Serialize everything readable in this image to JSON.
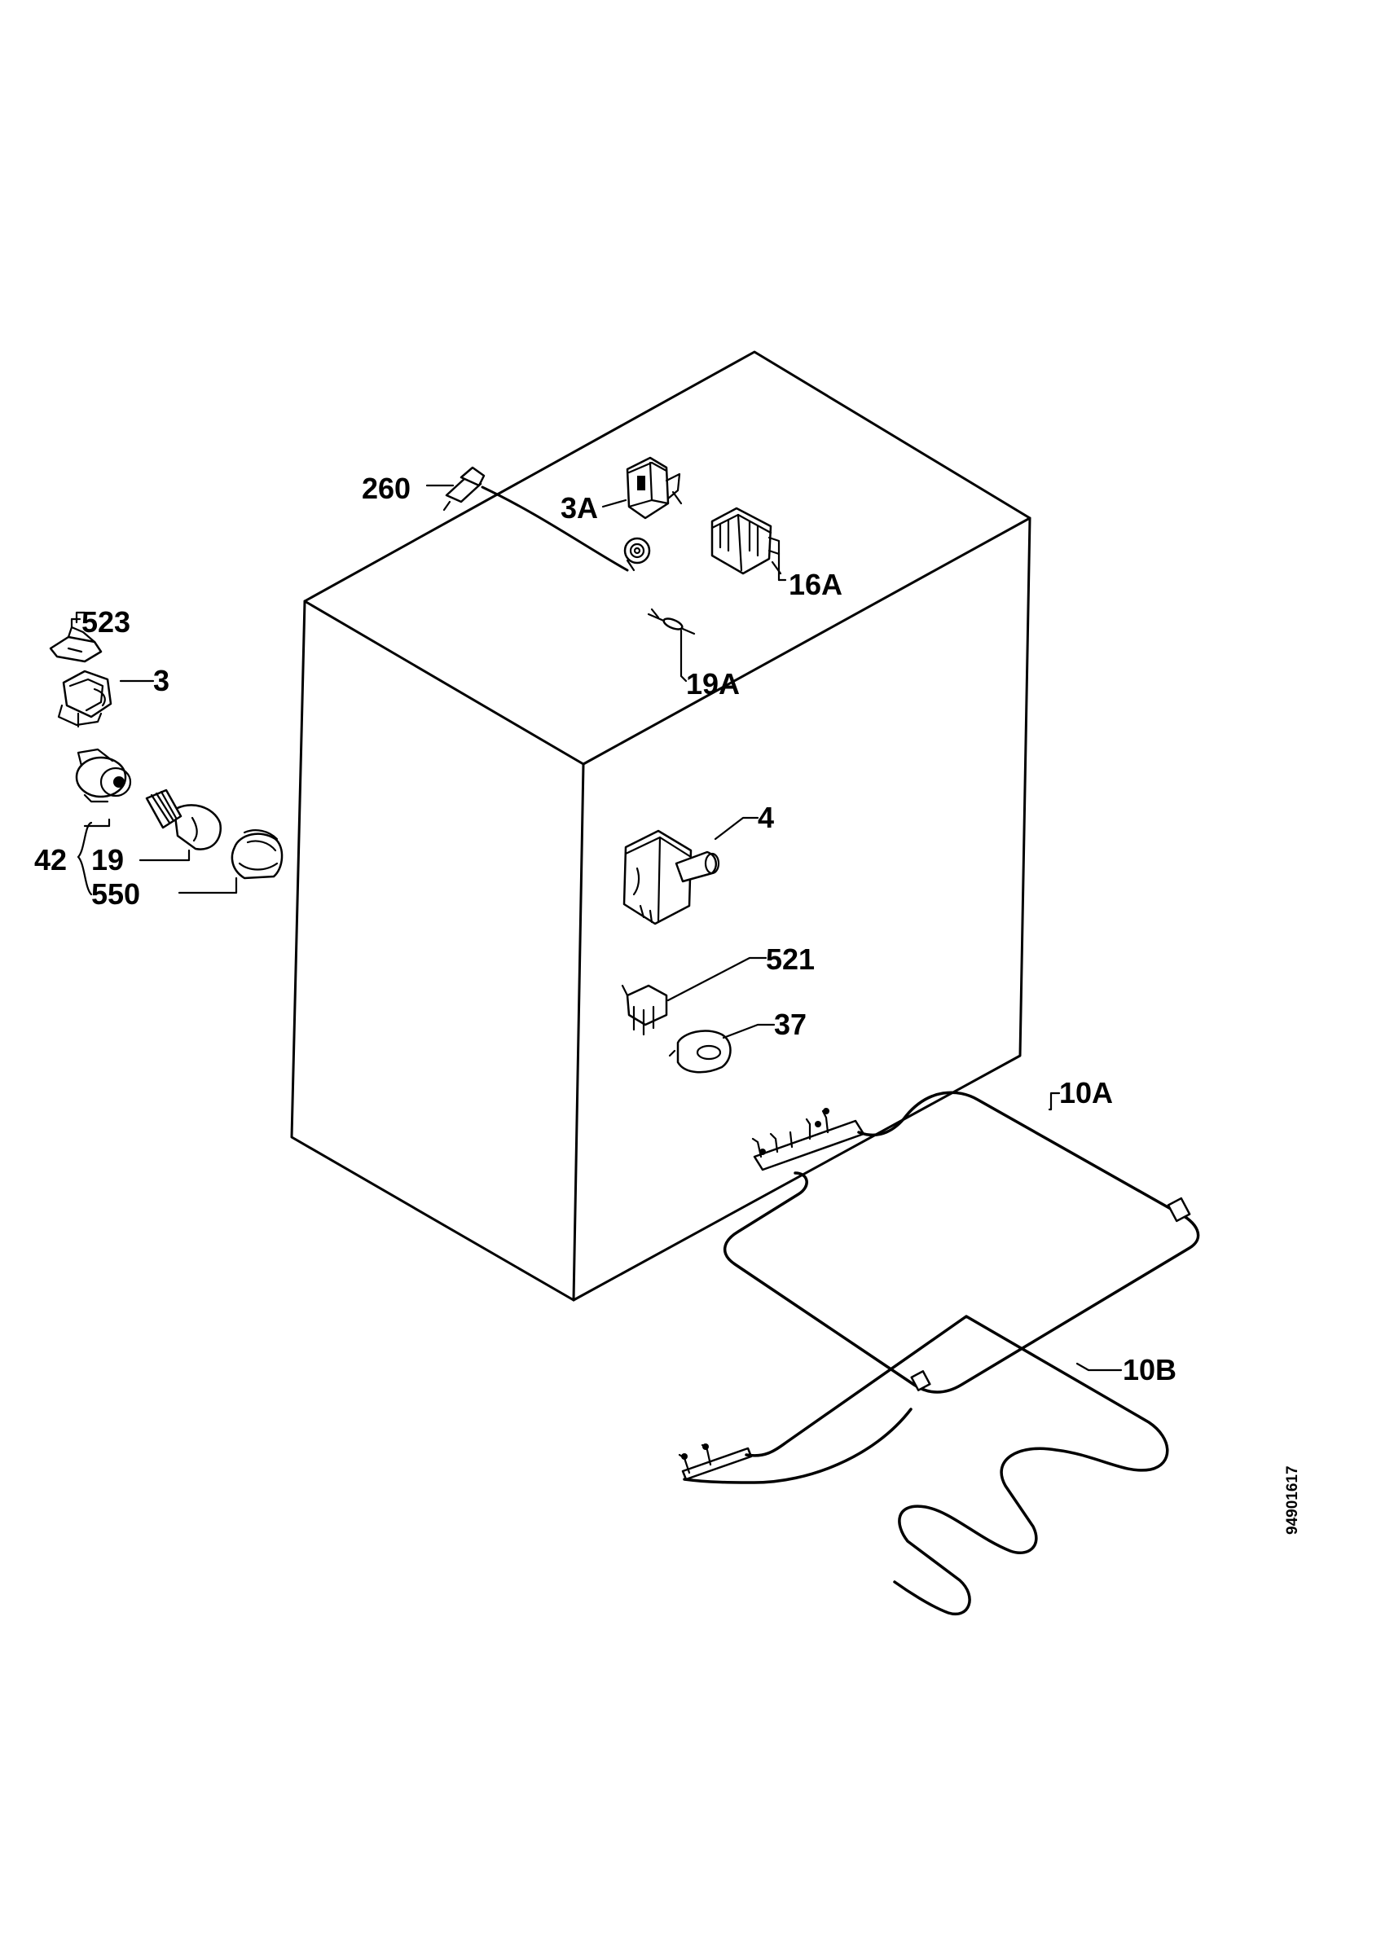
{
  "labels": {
    "l260": "260",
    "l3A": "3A",
    "l16A": "16A",
    "l19A": "19A",
    "l523": "523",
    "l3": "3",
    "l42": "42",
    "l19": "19",
    "l550": "550",
    "l4": "4",
    "l521": "521",
    "l37": "37",
    "l10A": "10A",
    "l10B": "10B"
  },
  "drawing_ref": "94901617"
}
